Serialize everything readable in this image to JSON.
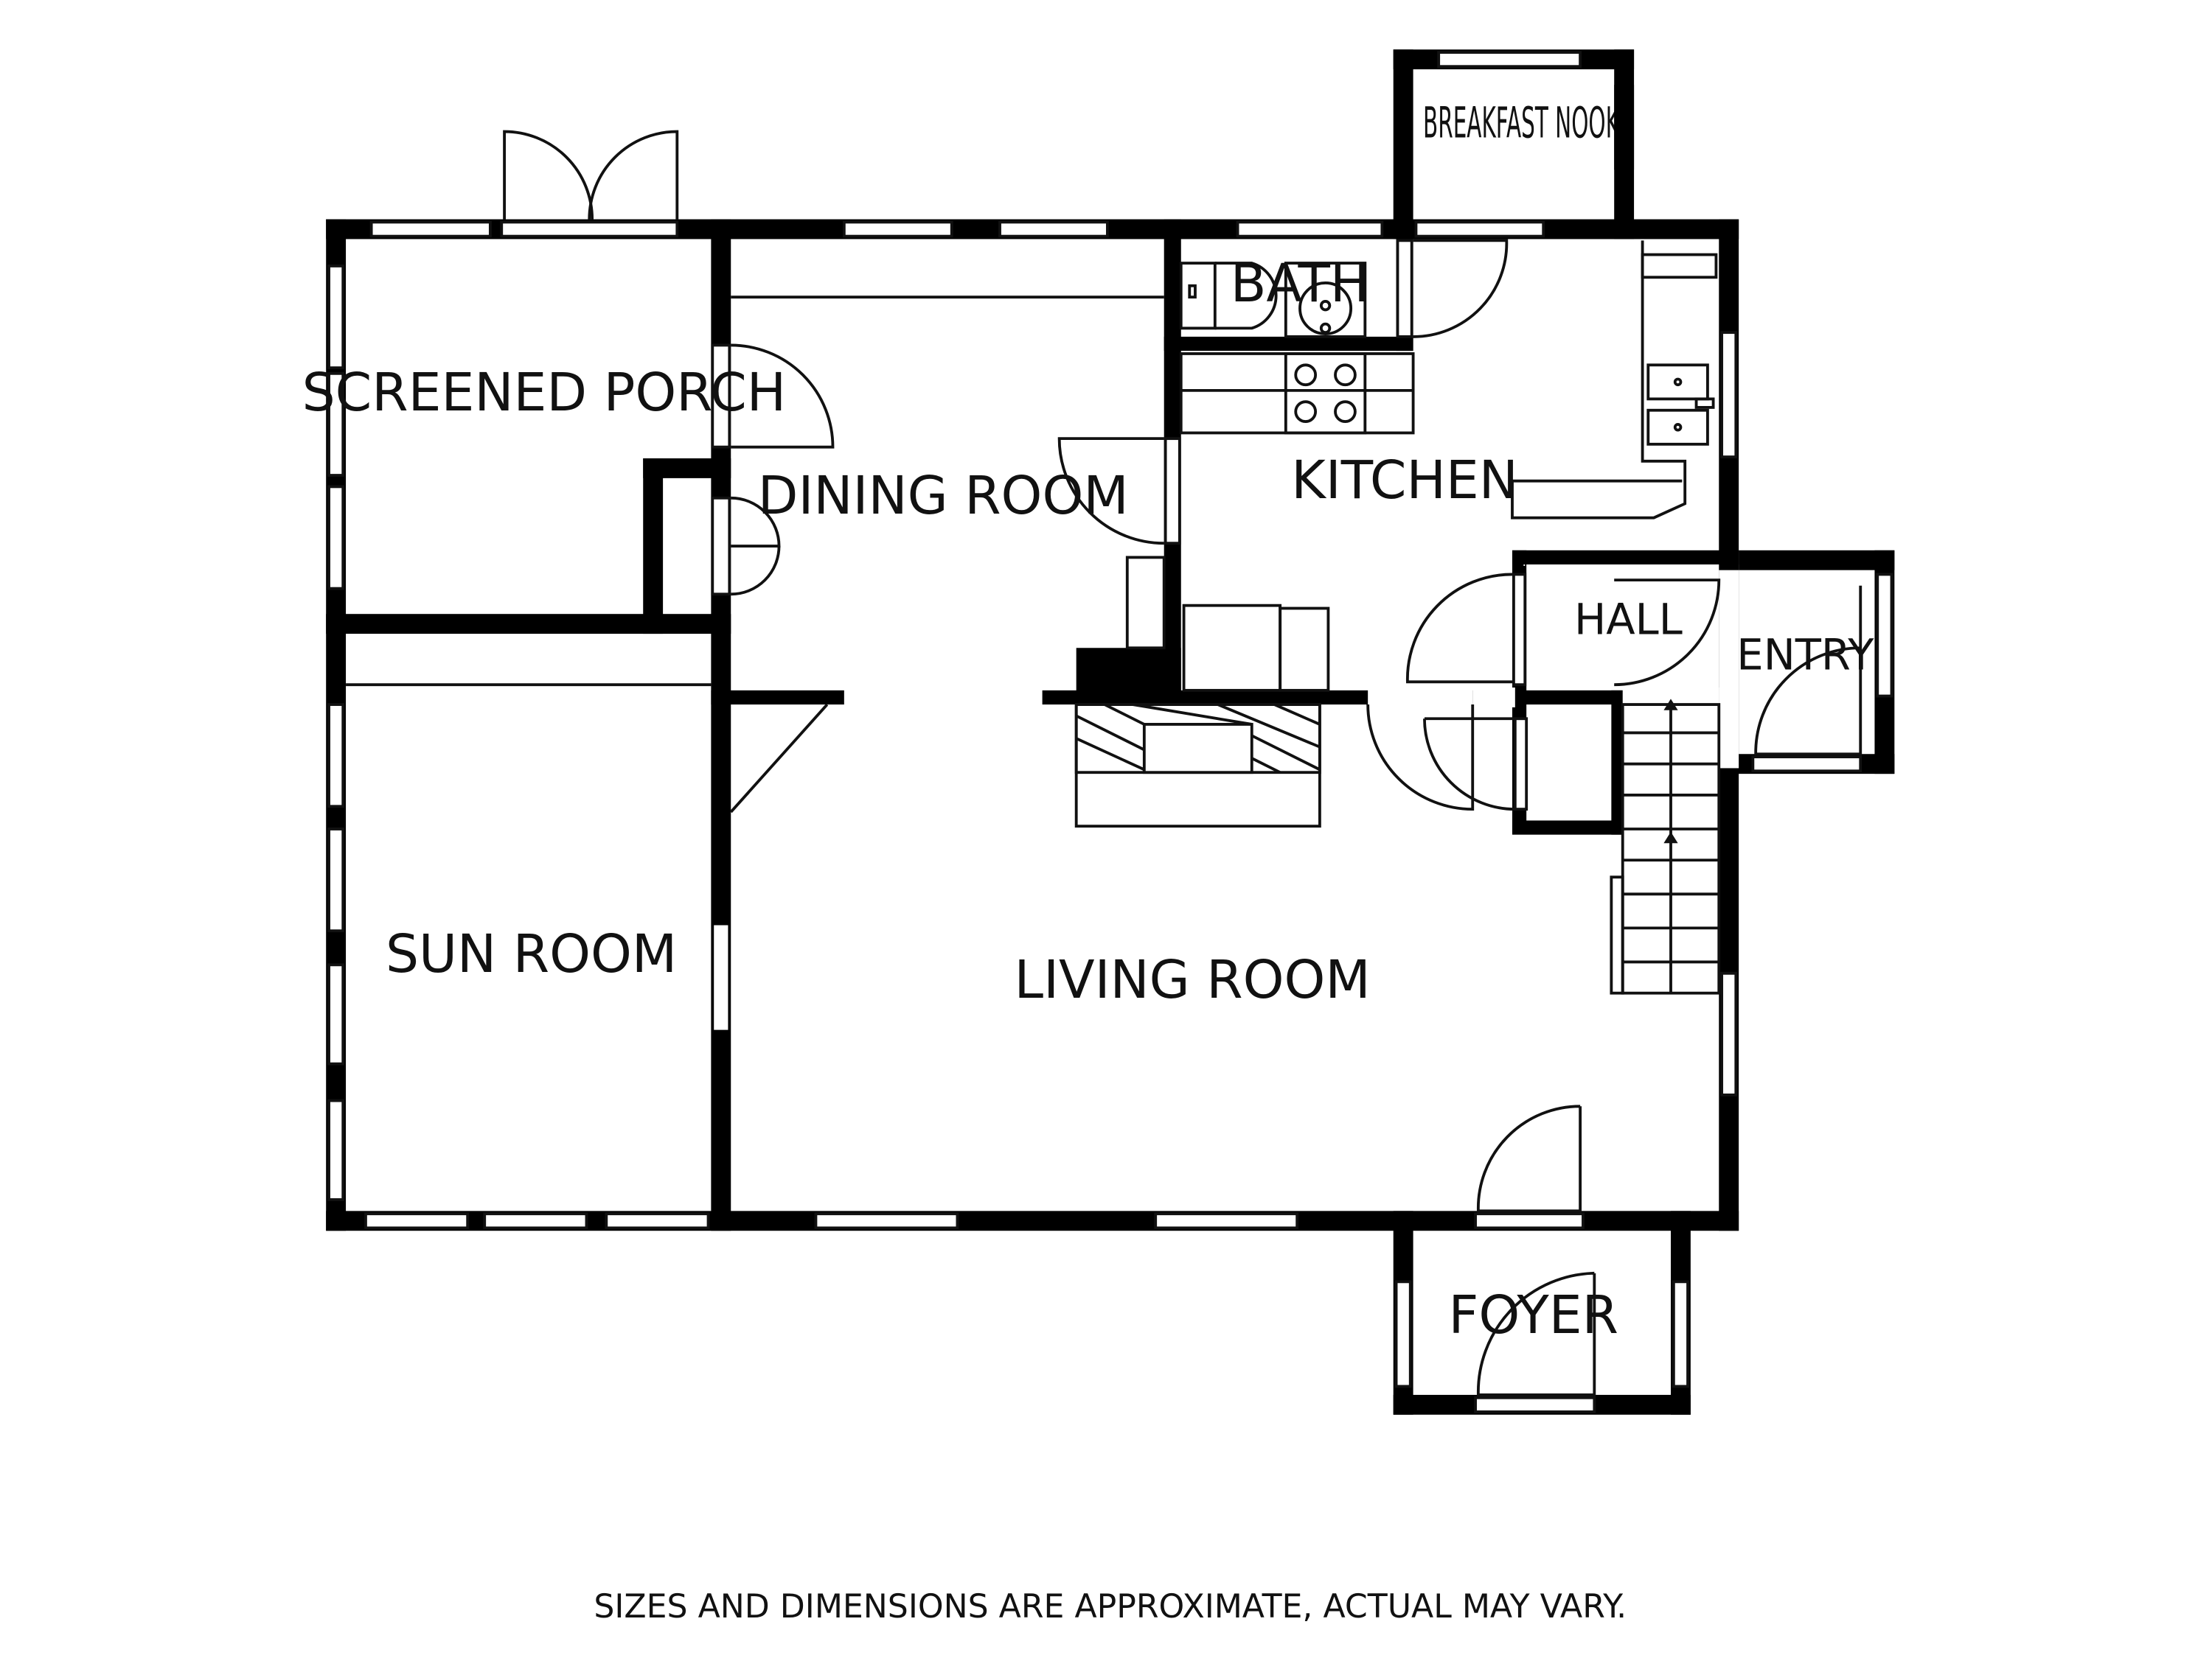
{
  "rooms": {
    "screened_porch": "SCREENED PORCH",
    "dining_room": "DINING ROOM",
    "bath": "BATH",
    "breakfast_nook": "BREAKFAST NOOK",
    "kitchen": "KITCHEN",
    "hall": "HALL",
    "entry": "ENTRY",
    "sun_room": "SUN ROOM",
    "living_room": "LIVING ROOM",
    "foyer": "FOYER"
  },
  "disclaimer": "SIZES AND DIMENSIONS ARE APPROXIMATE, ACTUAL MAY VARY.",
  "colors": {
    "wall": "#000000",
    "line": "#111111",
    "background": "#ffffff"
  }
}
